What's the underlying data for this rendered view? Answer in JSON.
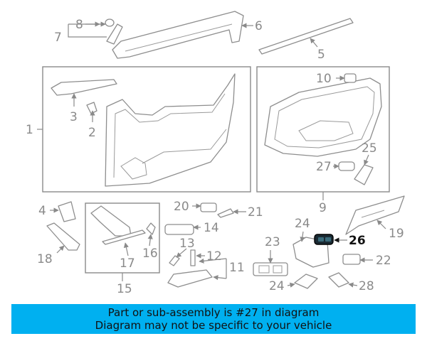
{
  "banner": {
    "line1": "Part or sub-assembly is #27 in diagram",
    "line2": "Diagram may not be specific to your vehicle"
  },
  "highlight_color": "#00b0f0",
  "highlighted_part": "27",
  "callouts": [
    "1",
    "2",
    "3",
    "4",
    "5",
    "6",
    "7",
    "8",
    "9",
    "10",
    "11",
    "12",
    "13",
    "14",
    "15",
    "16",
    "17",
    "18",
    "19",
    "20",
    "21",
    "22",
    "23",
    "24",
    "24",
    "25",
    "26",
    "27",
    "28"
  ]
}
